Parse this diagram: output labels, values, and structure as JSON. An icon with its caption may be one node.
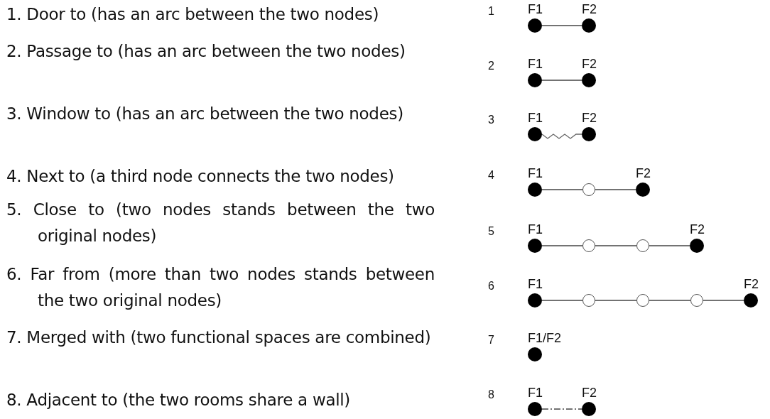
{
  "diagram": {
    "nodes": [
      {
        "text": [
          "F1"
        ]
      },
      {
        "text": [
          "F2"
        ]
      },
      {
        "text": [
          "F1"
        ]
      },
      {
        "text": [
          "F2"
        ]
      },
      {
        "text": [
          "F1"
        ]
      },
      {
        "text": [
          "F2"
        ]
      },
      {
        "text": [
          "F1"
        ]
      },
      {
        "text": [],
        "shape": "circle"
      },
      {
        "text": [
          "F2"
        ]
      },
      {
        "text": [
          "F1"
        ]
      },
      {
        "text": [],
        "shape": "circle"
      },
      {
        "text": [],
        "shape": "circle"
      },
      {
        "text": [
          "F2"
        ]
      },
      {
        "text": [
          "F1"
        ]
      },
      {
        "text": [],
        "shape": "circle"
      },
      {
        "text": [],
        "shape": "circle"
      },
      {
        "text": [],
        "shape": "circle"
      },
      {
        "text": [
          "F2"
        ]
      },
      {
        "text": [
          "F1/F2"
        ]
      },
      {
        "text": [
          "F1"
        ]
      },
      {
        "text": [
          "F2"
        ]
      }
    ],
    "edges": [
      {
        "from": 0,
        "to": 1,
        "arrow": "none"
      },
      {
        "from": 2,
        "to": 3,
        "arrow": "none"
      },
      {
        "from": 4,
        "to": 5,
        "arrow": "none"
      },
      {
        "from": 6,
        "to": 7,
        "arrow": "none"
      },
      {
        "from": 7,
        "to": 8,
        "arrow": "none"
      },
      {
        "from": 9,
        "to": 10,
        "arrow": "none"
      },
      {
        "from": 10,
        "to": 11,
        "arrow": "none"
      },
      {
        "from": 11,
        "to": 12,
        "arrow": "none"
      },
      {
        "from": 13,
        "to": 14,
        "arrow": "none"
      },
      {
        "from": 14,
        "to": 15,
        "arrow": "none"
      },
      {
        "from": 15,
        "to": 16,
        "arrow": "none"
      },
      {
        "from": 16,
        "to": 17,
        "arrow": "none"
      },
      {
        "from": 19,
        "to": 20,
        "arrow": "none",
        "style": "dashed"
      }
    ],
    "labels": [
      "1. Door to (has an arc between the two nodes)",
      "1",
      "2. Passage to (has an arc between the two nodes)",
      "2",
      "3. Window to (has an arc between the two nodes)",
      "3",
      "4. Next to (a third node connects the two nodes)",
      "4",
      "5. Close to (two nodes stands between the two original nodes)",
      "5",
      "6. Far from (more than two nodes stands between the two original nodes)",
      "6",
      "7. Merged with (two functional spaces are combined)",
      "7",
      "8. Adjacent to (the two rooms share a wall)",
      "8"
    ]
  }
}
